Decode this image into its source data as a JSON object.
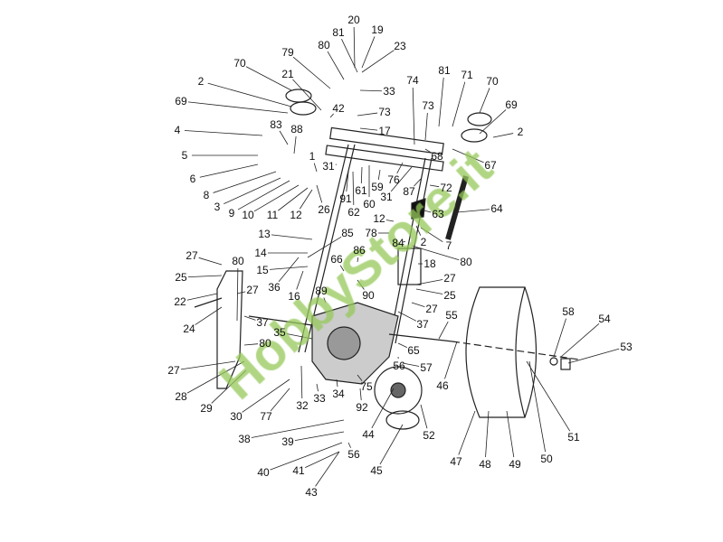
{
  "diagram": {
    "type": "exploded parts diagram",
    "watermark": "HobbyStore.it",
    "part_labels": [
      "70",
      "2",
      "69",
      "4",
      "5",
      "6",
      "8",
      "3",
      "9",
      "10",
      "11",
      "12",
      "83",
      "88",
      "21",
      "79",
      "80",
      "81",
      "20",
      "19",
      "23",
      "33",
      "42",
      "73",
      "17",
      "1",
      "31",
      "26",
      "91",
      "62",
      "61",
      "60",
      "59",
      "76",
      "31",
      "87",
      "72",
      "63",
      "64",
      "12",
      "2",
      "7",
      "80",
      "84",
      "78",
      "18",
      "74",
      "73",
      "81",
      "71",
      "70",
      "69",
      "2",
      "67",
      "68",
      "86",
      "66",
      "85",
      "13",
      "14",
      "15",
      "36",
      "16",
      "89",
      "90",
      "27",
      "25",
      "27",
      "37",
      "55",
      "65",
      "56",
      "57",
      "46",
      "75",
      "92",
      "34",
      "33",
      "32",
      "35",
      "37",
      "80",
      "77",
      "30",
      "29",
      "28",
      "27",
      "24",
      "22",
      "25",
      "27",
      "80",
      "27",
      "38",
      "39",
      "40",
      "41",
      "43",
      "56",
      "44",
      "45",
      "52",
      "47",
      "48",
      "49",
      "50",
      "51",
      "53",
      "54",
      "58"
    ]
  }
}
